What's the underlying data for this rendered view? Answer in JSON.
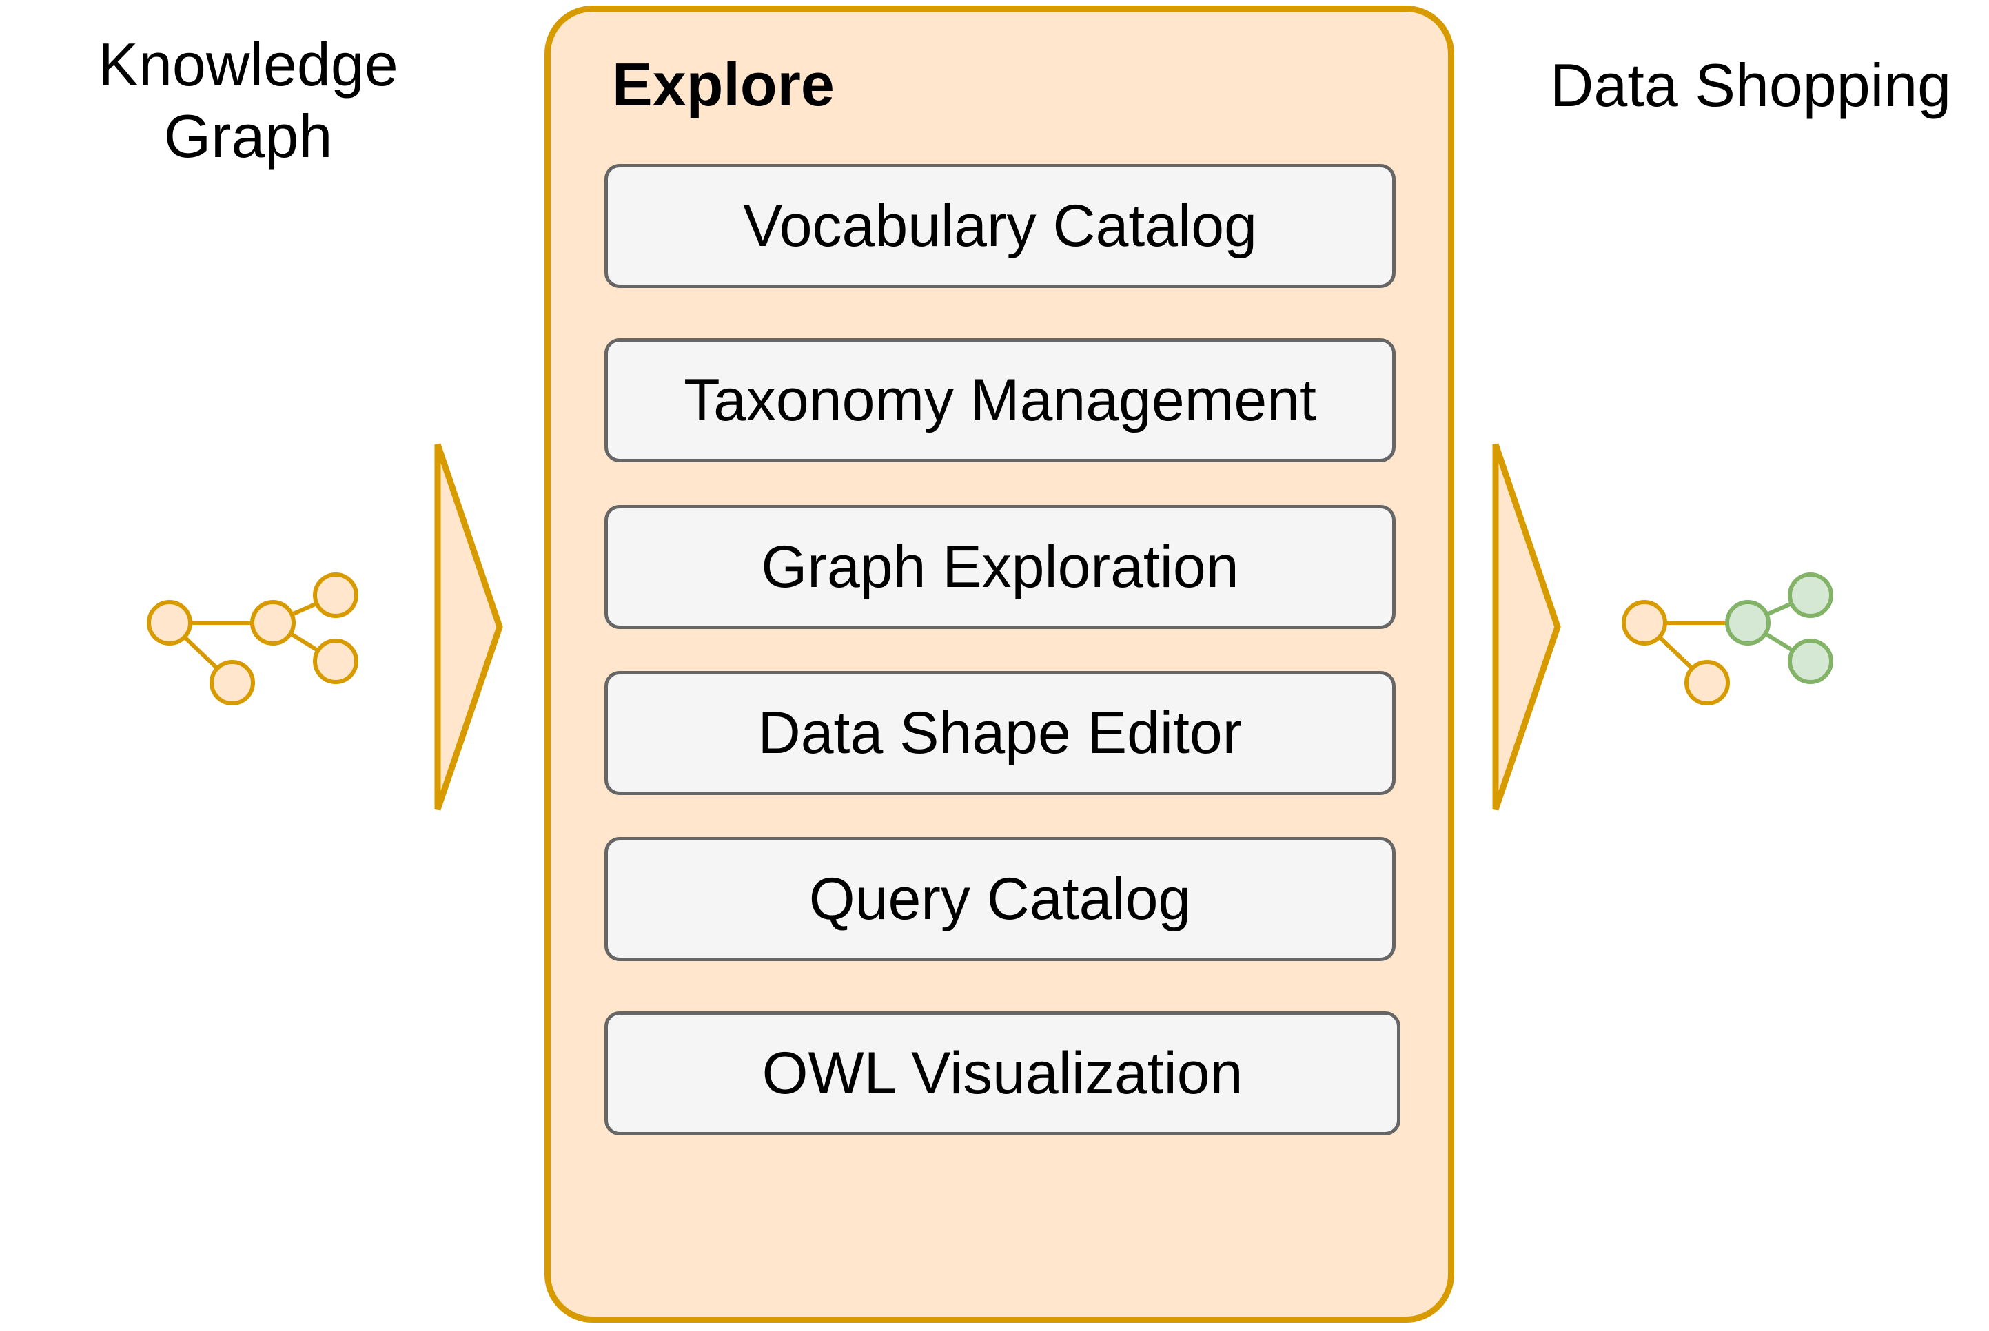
{
  "source": {
    "label_lines": [
      "Knowledge",
      "Graph"
    ]
  },
  "explore": {
    "title": "Explore",
    "tools": [
      {
        "label": "Vocabulary Catalog"
      },
      {
        "label": "Taxonomy Management"
      },
      {
        "label": "Graph Exploration"
      },
      {
        "label": "Data Shape Editor"
      },
      {
        "label": "Query Catalog"
      },
      {
        "label": "OWL Visualization"
      }
    ]
  },
  "target": {
    "label": "Data Shopping"
  },
  "colors": {
    "panel_fill": "#ffe6cc",
    "panel_stroke": "#d79b00",
    "tool_fill": "#f5f5f5",
    "tool_stroke": "#666666",
    "node_orange_fill": "#ffe6cc",
    "node_orange_stroke": "#d79b00",
    "node_green_fill": "#d5e8d4",
    "node_green_stroke": "#82b366"
  },
  "icons": {
    "source_graph": "knowledge-graph-icon",
    "target_graph": "data-graph-icon",
    "flow_arrow": "chevron-arrow-icon"
  }
}
